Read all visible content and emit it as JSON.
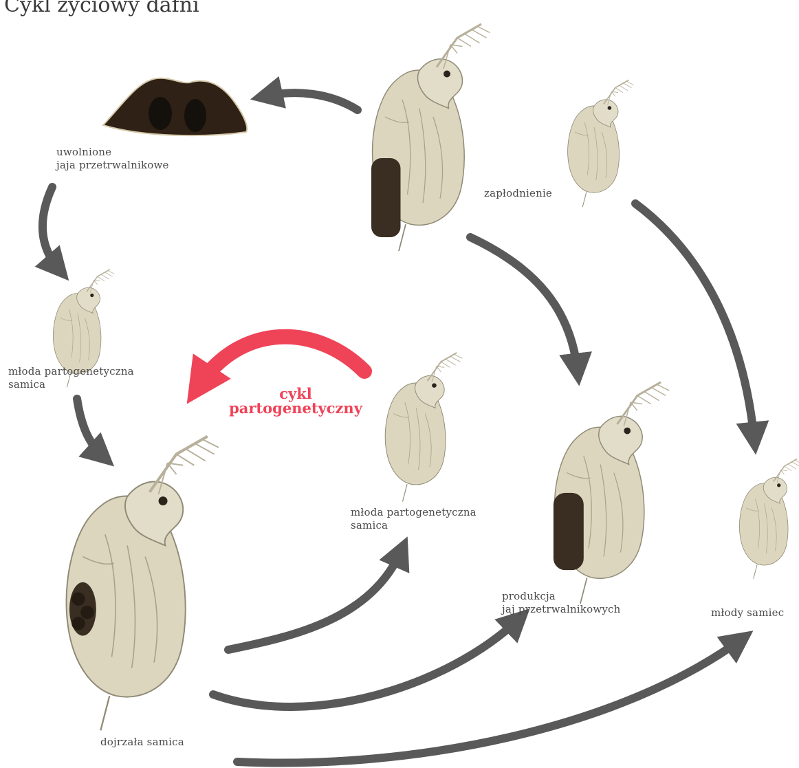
{
  "title": "Cykl życiowy dafni",
  "colors": {
    "arrow": "#595959",
    "cycle_arrow": "#ef4358",
    "body_pale": "#dcd6bf",
    "body_light": "#ece9dd",
    "eggs": "#3a2e22",
    "ephippium": "#2f2115"
  },
  "labels": {
    "released_eggs": [
      "uwolnione",
      "jaja przetrwalnikowe"
    ],
    "fertilization": "zapłodnienie",
    "young_female_left": [
      "młoda partogenetyczna",
      "samica"
    ],
    "young_female_center": [
      "młoda partogenetyczna",
      "samica"
    ],
    "mature_female": "dojrzała samica",
    "resting_egg_production": [
      "produkcja",
      "jaj przetrwalnikowych"
    ],
    "young_male": "młody samiec"
  },
  "cycle": [
    "cykl",
    "partogenetyczny"
  ],
  "icons": {
    "ephippium": "ephippium-egg-case-icon",
    "daphnia": "daphnia-illustration"
  }
}
